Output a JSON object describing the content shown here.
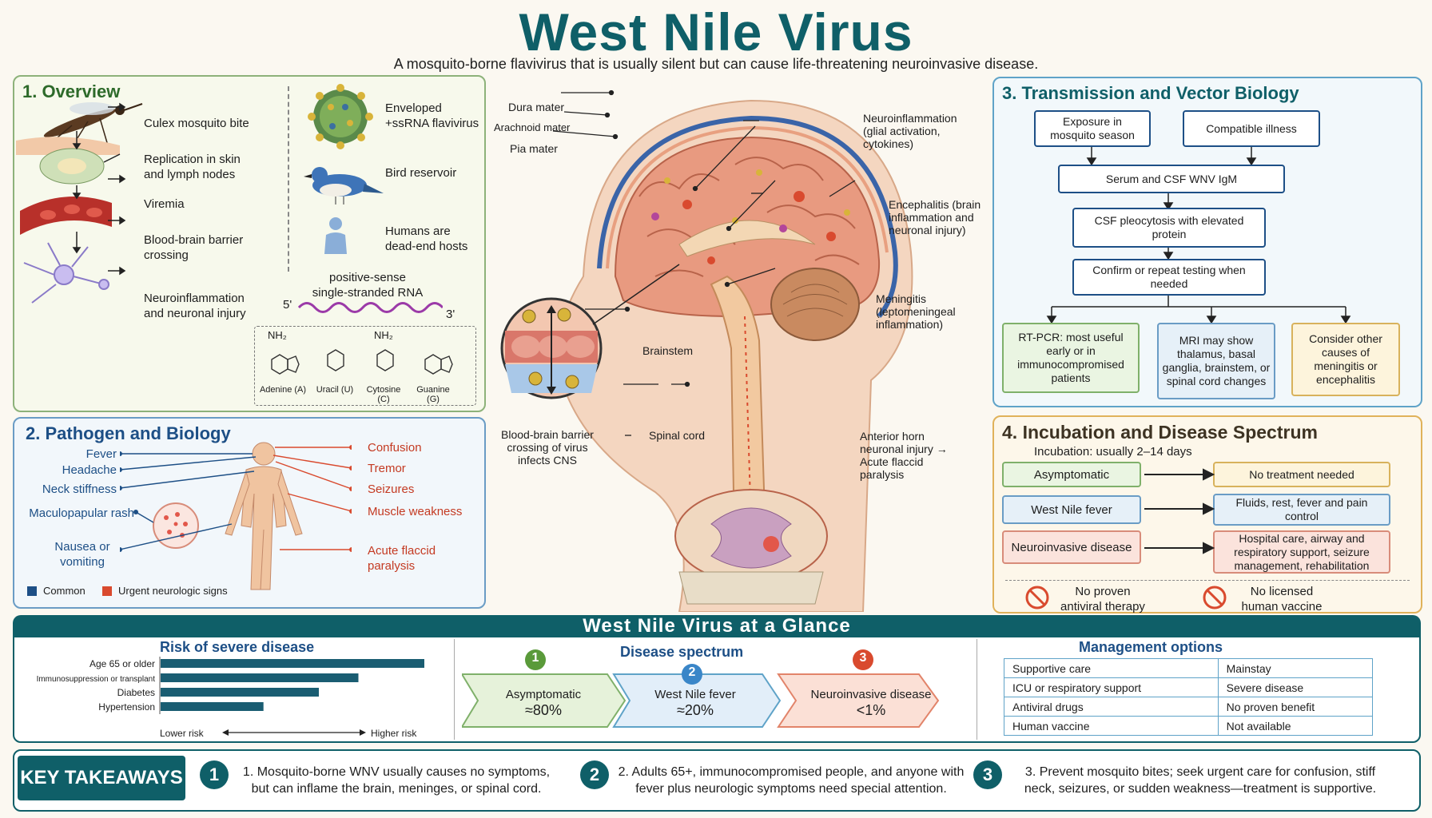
{
  "title": "West Nile Virus",
  "subtitle": "A mosquito-borne flavivirus that is usually silent but can cause life-threatening neuroinvasive  disease.",
  "overview": {
    "heading": "1.  Overview",
    "steps": [
      "Culex mosquito bite",
      "Replication in skin and lymph nodes",
      "Viremia",
      "Blood-brain barrier crossing",
      "Neuroinflammation and neuronal injury"
    ],
    "virus": "Enveloped +ssRNA flavivirus",
    "bird": "Bird reservoir",
    "humans": "Humans are dead-end hosts",
    "rna_label": "positive-sense single-stranded RNA",
    "rna_5": "5'",
    "rna_3": "3'",
    "bases": [
      "Adenine (A)",
      "Uracil (U)",
      "Cytosine (C)",
      "Guanine (G)"
    ],
    "nh2": "NH₂"
  },
  "pathogen": {
    "heading": "2.  Pathogen and Biology",
    "common": [
      "Fever",
      "Headache",
      "Neck stiffness",
      "Maculopapular rash",
      "Nausea or vomiting"
    ],
    "urgent": [
      "Confusion",
      "Tremor",
      "Seizures",
      "Muscle weakness",
      "Acute flaccid paralysis"
    ],
    "legend_common": "Common",
    "legend_urgent": "Urgent neurologic signs",
    "color_common": "#1d4f86",
    "color_urgent": "#d94a2e"
  },
  "brain": {
    "meninges": [
      "Dura mater",
      "Arachnoid mater",
      "Pia mater"
    ],
    "neuroinflammation": "Neuroinflammation (glial activation, cytokines)",
    "encephalitis": "Encephalitis (brain inflammation and neuronal injury)",
    "meningitis": "Meningitis (leptomeningeal inflammation)",
    "brainstem": "Brainstem",
    "spinal_cord": "Spinal cord",
    "anterior_horn": "Anterior horn neuronal injury → Acute flaccid paralysis",
    "bbb": "Blood-brain barrier crossing of virus infects CNS"
  },
  "transmission": {
    "heading": "3.  Transmission and Vector Biology",
    "exposure": "Exposure in mosquito season",
    "illness": "Compatible illness",
    "igm": "Serum and CSF WNV IgM",
    "pleocytosis": "CSF pleocytosis with elevated protein",
    "confirm": "Confirm or repeat testing when needed",
    "rtpcr": "RT-PCR: most useful early or in immunocompromised patients",
    "mri": "MRI may show thalamus, basal ganglia, brainstem, or spinal cord changes",
    "other": "Consider other causes of meningitis or encephalitis"
  },
  "incubation": {
    "heading": "4.  Incubation and Disease Spectrum",
    "sub": "Incubation: usually 2–14 days",
    "rows": [
      {
        "state": "Asymptomatic",
        "care": "No treatment needed"
      },
      {
        "state": "West Nile fever",
        "care": "Fluids, rest, fever and pain control"
      },
      {
        "state": "Neuroinvasive disease",
        "care": "Hospital care, airway and respiratory support, seizure management, rehabilitation"
      }
    ],
    "no_antiviral": "No proven antiviral therapy",
    "no_vaccine": "No licensed human vaccine"
  },
  "glance": {
    "band": "West Nile Virus at a Glance",
    "risk_title": "Risk of severe disease",
    "risk_low": "Lower risk",
    "risk_high": "Higher risk",
    "spectrum_title": "Disease spectrum",
    "mgmt_title": "Management options",
    "mgmt": [
      [
        "Supportive care",
        "Mainstay"
      ],
      [
        "ICU or respiratory support",
        "Severe disease"
      ],
      [
        "Antiviral drugs",
        "No proven benefit"
      ],
      [
        "Human vaccine",
        "Not available"
      ]
    ]
  },
  "chart_data": [
    {
      "type": "bar",
      "title": "Risk of severe disease",
      "orientation": "horizontal",
      "categories": [
        "Age 65 or older",
        "Immunosuppression or transplant",
        "Diabetes",
        "Hypertension"
      ],
      "values": [
        1.0,
        0.75,
        0.6,
        0.39
      ],
      "xlabel": "Lower risk → Higher risk"
    },
    {
      "type": "table",
      "title": "Disease spectrum",
      "categories": [
        "Asymptomatic",
        "West Nile fever",
        "Neuroinvasive disease"
      ],
      "labels": [
        "≈80%",
        "≈20%",
        "<1%"
      ],
      "numbers": [
        "1",
        "2",
        "3"
      ]
    }
  ],
  "takeaways": {
    "title": "KEY TAKEAWAYS",
    "items": [
      {
        "n": "1",
        "text": "1. Mosquito-borne WNV usually causes no symptoms, but can inflame the brain, meninges, or spinal cord."
      },
      {
        "n": "2",
        "text": "2. Adults 65+, immunocompromised people, and anyone with fever plus neurologic symptoms need special attention."
      },
      {
        "n": "3",
        "text": "3. Prevent mosquito bites; seek urgent care for confusion, stiff neck, seizures, or sudden weakness—treatment is supportive."
      }
    ]
  }
}
